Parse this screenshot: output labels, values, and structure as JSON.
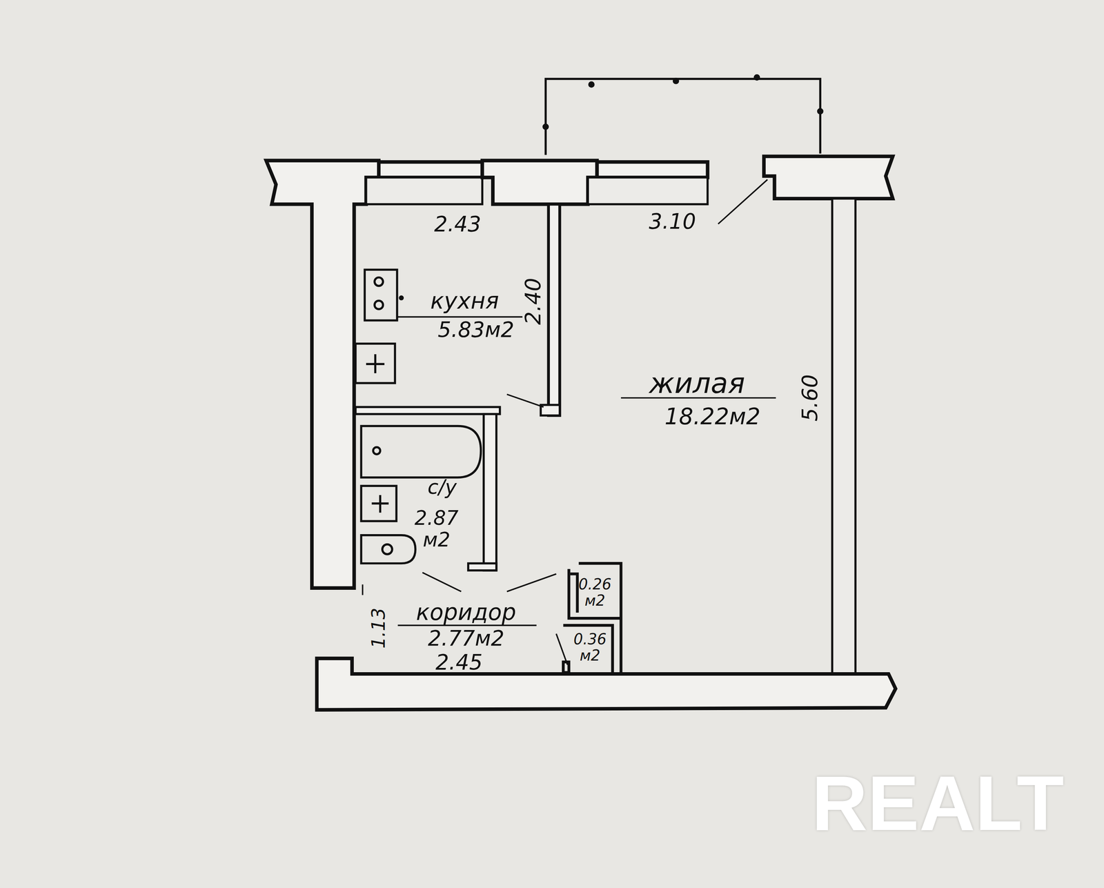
{
  "diagram": {
    "labels": [
      "2.43",
      "3.10",
      "2.40",
      "кухня",
      "5.83м2",
      "жилая",
      "18.22м2",
      "5.60",
      "с/у",
      "2.87 м2",
      "0.26 м2",
      "0.36 м2",
      "1.13",
      "коридор",
      "2.77м2",
      "2.45",
      "REALT"
    ]
  }
}
